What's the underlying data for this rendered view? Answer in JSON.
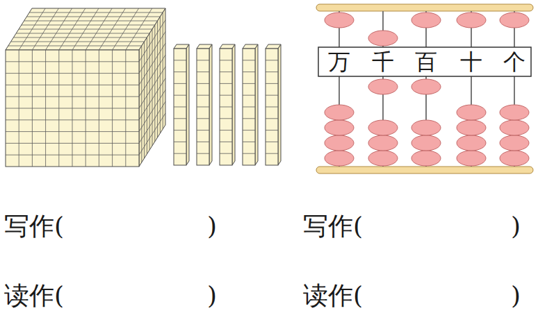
{
  "diagram": {
    "labels": [
      "万",
      "千",
      "百",
      "十",
      "个",
      "写作(",
      ")",
      "写作(",
      ")",
      "读作(",
      ")",
      "读作(",
      ")"
    ]
  }
}
